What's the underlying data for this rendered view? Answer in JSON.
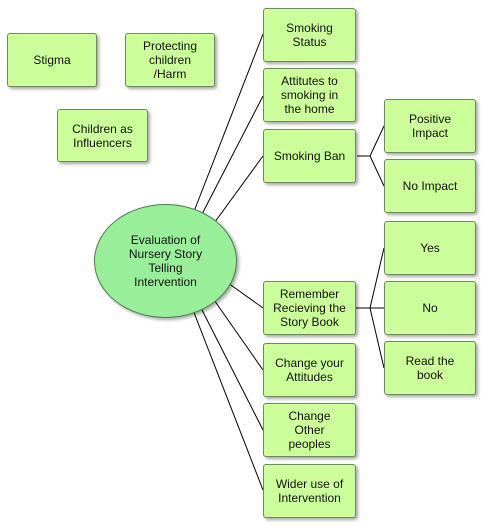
{
  "diagram": {
    "central": "Evaluation of\nNursery Story\nTelling\nIntervention",
    "floating": {
      "stigma": "Stigma",
      "protecting": "Protecting\nchildren\n/Harm",
      "influencers": "Children as\nInfluencers"
    },
    "branches": {
      "smoking_status": "Smoking\nStatus",
      "attitudes_home": "Attitutes to\nsmoking in\nthe home",
      "smoking_ban": "Smoking Ban",
      "remember": "Remember\nRecieving the\nStory Book",
      "change_attitudes": "Change your\nAttitudes",
      "change_others": "Change\nOther\npeoples",
      "wider_use": "Wider use of\nIntervention"
    },
    "leaves": {
      "positive": "Positive\nImpact",
      "no_impact": "No Impact",
      "yes": "Yes",
      "no": "No",
      "read_book": "Read the\nbook"
    },
    "colors": {
      "node_fill": "#ccff99",
      "central_fill": "#99ee99",
      "line": "#000000"
    }
  }
}
